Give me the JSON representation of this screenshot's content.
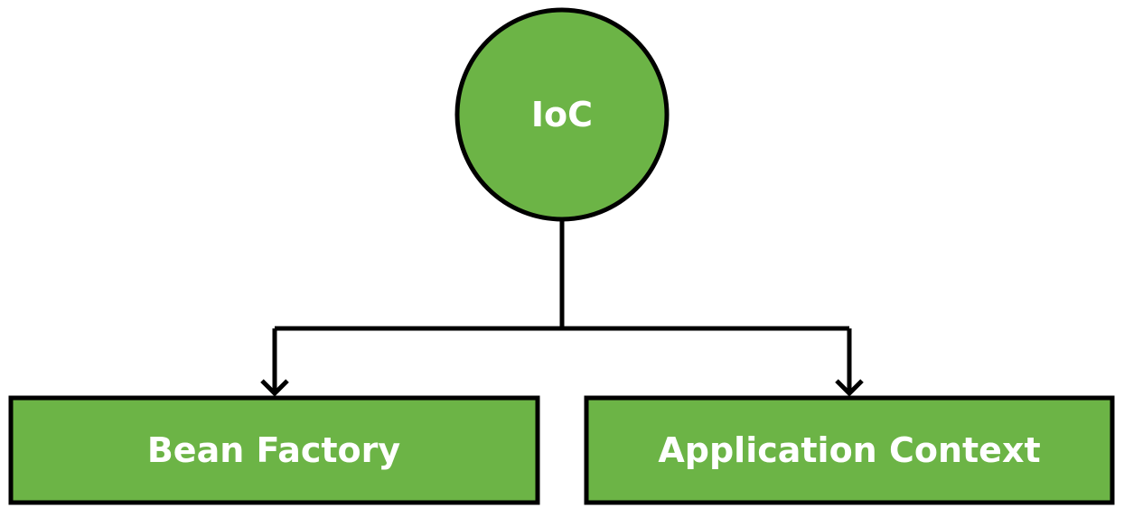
{
  "diagram": {
    "type": "hierarchy",
    "colors": {
      "node_fill": "#6cb446",
      "stroke": "#000000",
      "label": "#ffffff",
      "background": "#ffffff"
    },
    "root": {
      "label": "IoC",
      "shape": "circle"
    },
    "children": [
      {
        "label": "Bean Factory",
        "shape": "rectangle"
      },
      {
        "label": "Application Context",
        "shape": "rectangle"
      }
    ]
  }
}
